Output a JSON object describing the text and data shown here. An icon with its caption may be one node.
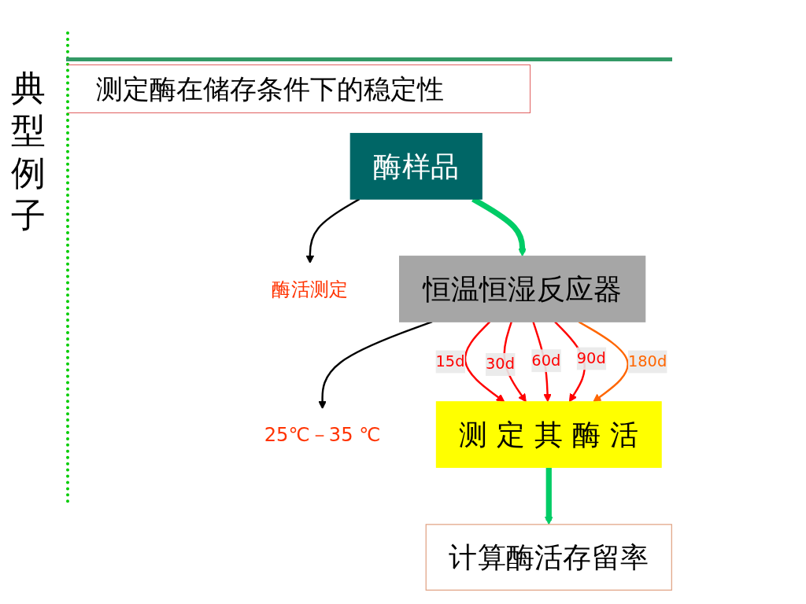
{
  "diagram": {
    "title": "测定酶在储存条件下的稳定性",
    "nodes": [
      {
        "text": [
          "酶样品"
        ]
      },
      {
        "text": [
          "酶活测定"
        ]
      },
      {
        "text": [
          "恒温恒湿反应器"
        ]
      },
      {
        "text": [
          "25℃－35 ℃"
        ]
      },
      {
        "text": [
          "测 定 其 酶 活"
        ]
      },
      {
        "text": [
          "计算酶活存留率"
        ]
      }
    ],
    "edges": [
      {
        "from": 0,
        "to": 1,
        "arrow": "to",
        "color": "#000000"
      },
      {
        "from": 0,
        "to": 2,
        "arrow": "to",
        "style": "thick",
        "color": "#00cc66"
      },
      {
        "from": 2,
        "to": 3,
        "arrow": "to",
        "color": "#000000"
      },
      {
        "from": 2,
        "to": 4,
        "arrow": "to",
        "label": "15d",
        "color": "#ff0000"
      },
      {
        "from": 2,
        "to": 4,
        "arrow": "to",
        "label": "30d",
        "color": "#ff0000"
      },
      {
        "from": 2,
        "to": 4,
        "arrow": "to",
        "label": "60d",
        "color": "#ff0000"
      },
      {
        "from": 2,
        "to": 4,
        "arrow": "to",
        "label": "90d",
        "color": "#ff0000"
      },
      {
        "from": 2,
        "to": 4,
        "arrow": "to",
        "label": "180d",
        "color": "#ff6600"
      },
      {
        "from": 4,
        "to": 5,
        "arrow": "to",
        "style": "thick",
        "color": "#00cc66"
      }
    ],
    "labels": [
      "典型例子"
    ]
  }
}
